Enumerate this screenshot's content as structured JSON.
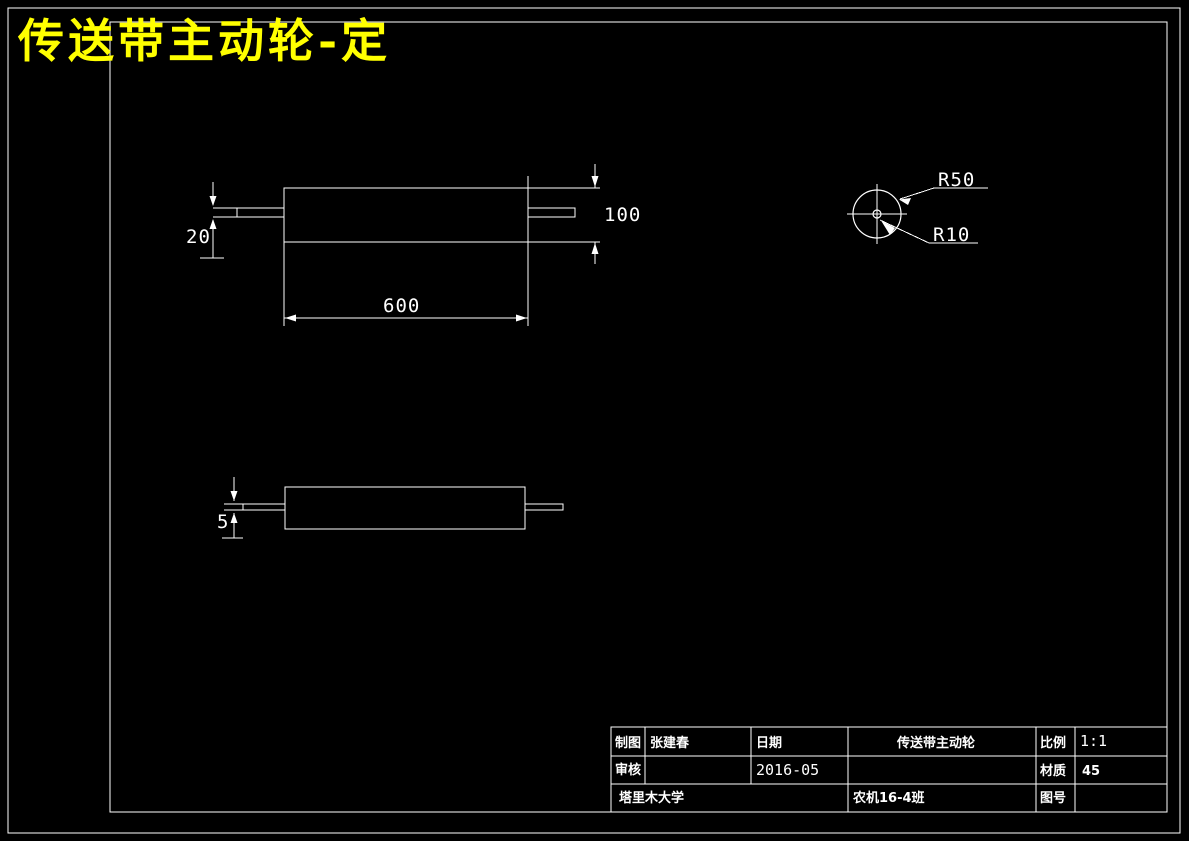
{
  "drawing": {
    "title": "传送带主动轮-定",
    "title_color": "#ffff00",
    "background_color": "#000000",
    "line_color": "#ffffff"
  },
  "dimensions": {
    "shaft_diameter_top": "20",
    "body_diameter": "100",
    "body_length": "600",
    "shaft_diameter_bottom": "5",
    "radius_outer": "R50",
    "radius_inner": "R10"
  },
  "title_block": {
    "label_drawn_by": "制图",
    "value_drawn_by": "张建春",
    "label_reviewed_by": "审核",
    "value_reviewed_by": "",
    "label_date": "日期",
    "value_date": "2016-05",
    "label_institution": "塔里木大学",
    "part_name": "传送带主动轮",
    "class_name": "农机16-4班",
    "label_scale": "比例",
    "value_scale": "1:1",
    "label_material": "材质",
    "value_material": "45",
    "label_drawing_no": "图号",
    "value_drawing_no": ""
  }
}
